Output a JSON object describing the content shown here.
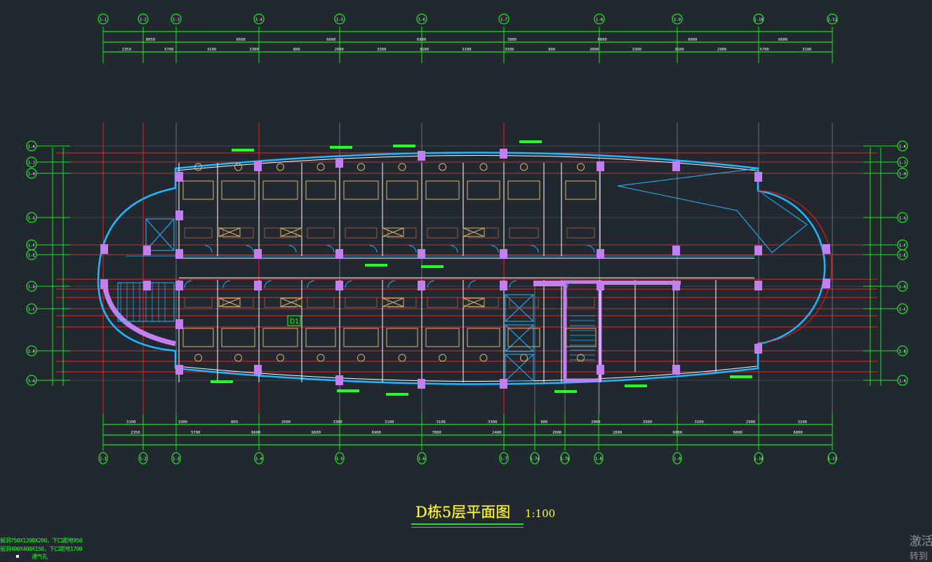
{
  "drawing": {
    "title": "D栋5层平面图",
    "scale": "1:100",
    "room_tag": "D1",
    "notes": [
      "留洞750X1200X200，下口距地950",
      "留洞400X400X150，下口距地1700",
      "通气孔"
    ]
  },
  "axes": {
    "top": [
      "1-1",
      "1-2",
      "1-3",
      "1-4",
      "1-5",
      "1-6",
      "1-7",
      "1-8",
      "1-9",
      "1-10",
      "1-11"
    ],
    "bottom": [
      "1-1",
      "1-2",
      "1-3",
      "1-4",
      "1-5",
      "1-6",
      "1-7",
      "1-7a",
      "1-7b",
      "1-8",
      "1-9",
      "1-10",
      "1-11"
    ],
    "left": [
      "1-K",
      "1-J",
      "1-H",
      "1-G",
      "1-F",
      "1-E",
      "1-D",
      "1-C",
      "1-B",
      "1-A"
    ],
    "right": [
      "1-K",
      "1-J",
      "1-H",
      "1-G",
      "1-F",
      "1-E",
      "1-D",
      "1-C",
      "1-B",
      "1-A"
    ]
  },
  "dimensions": {
    "top_row": [
      "2350",
      "5700",
      "3100",
      "3300",
      "800",
      "2000",
      "3300",
      "3100",
      "3100",
      "3300",
      "800",
      "2000",
      "3300",
      "3100",
      "2900",
      "5700",
      "3100"
    ],
    "top_mid": [
      "8050",
      "6600",
      "6600",
      "6900",
      "7800",
      "6000",
      "6000",
      "6000"
    ],
    "bottom_row": [
      "3100",
      "3300",
      "800",
      "2000",
      "3300",
      "3100",
      "3100",
      "3300",
      "800",
      "2000",
      "3300",
      "3100",
      "2900",
      "3100"
    ],
    "bottom_mid": [
      "2350",
      "5700",
      "6600",
      "6600",
      "6900",
      "7800",
      "2400",
      "2000",
      "2800",
      "6000",
      "6000",
      "6000"
    ]
  },
  "colors": {
    "background": "#212830",
    "axis": "#19e619",
    "gridline_red": "#ff1a1a",
    "wall": "#ffffff",
    "column": "#c17ff0",
    "facade": "#1fb8ff",
    "furniture": "#d8b56a",
    "text": "#22ff22",
    "title": "#ffff33"
  },
  "watermark": {
    "line1": "激活",
    "line2": "转到"
  }
}
